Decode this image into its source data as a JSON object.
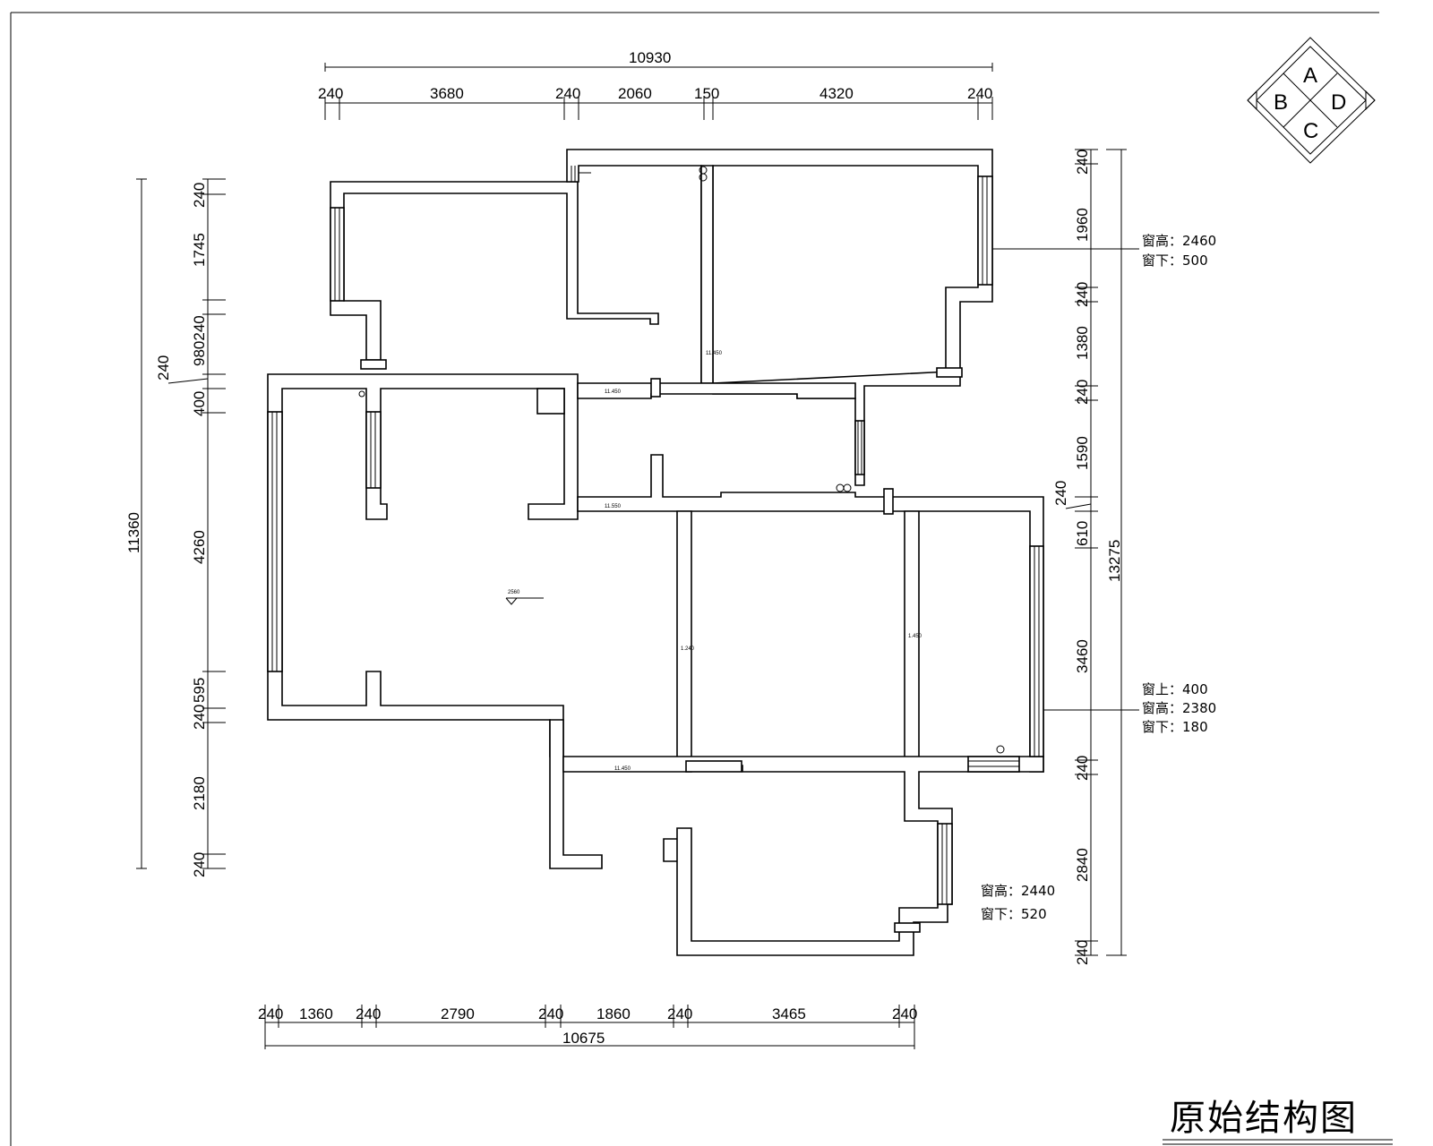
{
  "title": "原始结构图",
  "compass": {
    "a": "A",
    "b": "B",
    "c": "C",
    "d": "D"
  },
  "dims_top": {
    "total": "10930",
    "segments": [
      "240",
      "3680",
      "240",
      "2060",
      "150",
      "4320",
      "240"
    ]
  },
  "dims_bottom": {
    "total": "10675",
    "segments": [
      "240",
      "1360",
      "240",
      "2790",
      "240",
      "1860",
      "240",
      "3465",
      "240"
    ]
  },
  "dims_left": {
    "total": "11360",
    "segments": [
      "240",
      "1745",
      "980240",
      "240",
      "400",
      "4260",
      "595",
      "240",
      "2180",
      "240"
    ]
  },
  "dims_right": {
    "total": "13275",
    "segments": [
      "240",
      "1960",
      "240",
      "1380",
      "240",
      "1590",
      "240",
      "610",
      "3460",
      "240",
      "2840",
      "240"
    ]
  },
  "windows": {
    "w1": {
      "height": "窗高：2460",
      "sill": "窗下：500"
    },
    "w2": {
      "top": "窗上：400",
      "height": "窗高：2380",
      "sill": "窗下：180"
    },
    "w3": {
      "height": "窗高：2440",
      "sill": "窗下：520"
    }
  },
  "marks": {
    "m1": "11.450",
    "m2": "11.450",
    "m3": "11.550",
    "m4": "2560",
    "m5": "1.240",
    "m6": "1.450",
    "m7": "11.450"
  }
}
